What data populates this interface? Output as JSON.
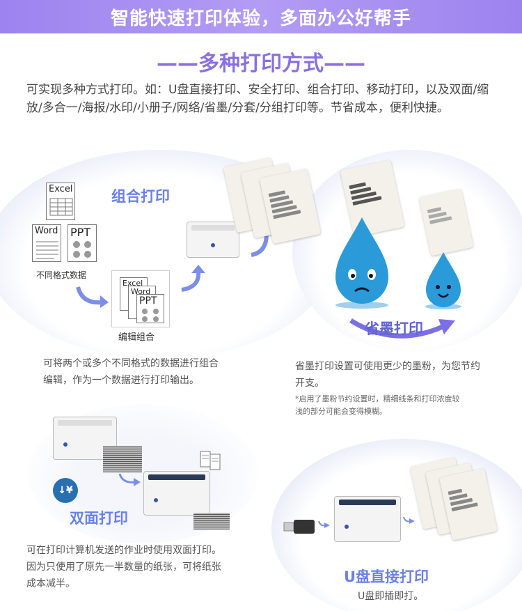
{
  "banner": {
    "title": "智能快速打印体验，多面办公好帮手"
  },
  "section": {
    "title": "——多种打印方式——"
  },
  "intro": {
    "text": "可实现多种方式打印。如：U盘直接打印、安全打印、组合打印、移动打印，以及双面/缩放/多合一/海报/水印/小册子/网络/省墨/分套/分组打印等。节省成本，便利快捷。"
  },
  "combo": {
    "label": "组合打印",
    "doc_excel": "Excel",
    "doc_word": "Word",
    "doc_ppt": "PPT",
    "formats_caption": "不同格式数据",
    "edit_caption": "编辑组合",
    "desc_line1": "可将两个或多个不同格式的数据进行组合",
    "desc_line2": "编辑，作为一个数据进行打印输出。"
  },
  "ink": {
    "label": "省墨打印",
    "desc_line1": "省墨打印设置可使用更少的墨粉，为您节约",
    "desc_line2": "开支。",
    "note_line1": "*启用了墨粉节约设置时，精细线条和打印浓度较",
    "note_line2": "浅的部分可能会变得模糊。"
  },
  "duplex": {
    "label": "双面打印",
    "badge": "↓¥",
    "desc_line1": "可在打印计算机发送的作业时使用双面打印。",
    "desc_line2": "因为只使用了原先一半数量的纸张，可将纸张",
    "desc_line3": "成本减半。"
  },
  "usb": {
    "label": "U盘直接打印",
    "desc": "U盘即插即打。"
  },
  "colors": {
    "accent": "#8a6fe0",
    "label_blue": "#6a80e8",
    "drop_blue": "#2a9bd8",
    "arrow_blue": "#7c8ee8"
  }
}
